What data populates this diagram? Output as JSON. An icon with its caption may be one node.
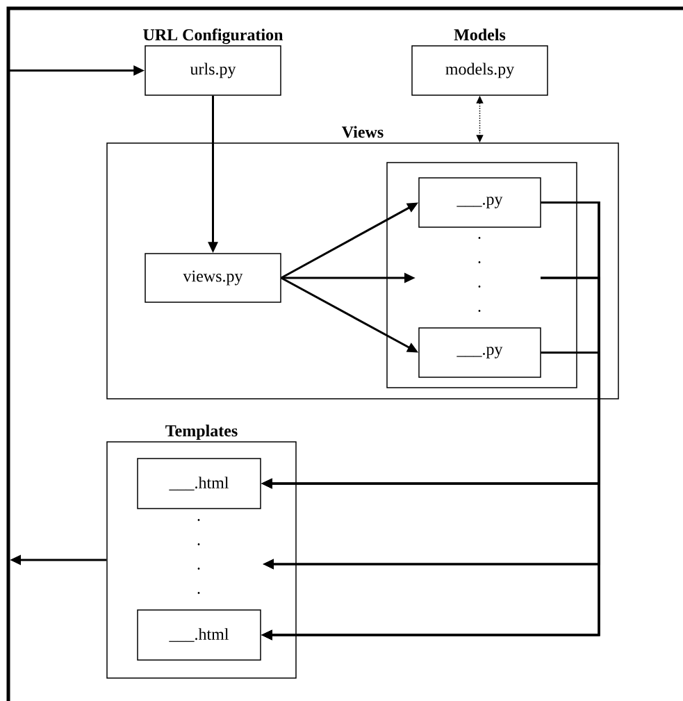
{
  "diagram": {
    "nodes": [
      {
        "text": [
          "URL Configuration",
          "urls.py"
        ]
      },
      {
        "text": [
          "Models",
          "models.py"
        ]
      },
      {
        "text": [
          "Views"
        ]
      },
      {
        "text": [
          "views.py"
        ],
        "in": 2
      },
      {
        "text": [],
        "shape": "box",
        "in": 2
      },
      {
        "text": [
          "___.py"
        ],
        "in": 4
      },
      {
        "text": [
          "___.py"
        ],
        "in": 4
      },
      {
        "text": [
          "Templates"
        ]
      },
      {
        "text": [
          "___.html"
        ],
        "in": 7
      },
      {
        "text": [
          "___.html"
        ],
        "in": 7
      }
    ],
    "edges": [
      {
        "from": null,
        "to": 0,
        "arrow": "to"
      },
      {
        "from": 0,
        "to": 3,
        "arrow": "to"
      },
      {
        "from": 1,
        "to": 2,
        "arrow": "both",
        "style": "dashed"
      },
      {
        "from": 3,
        "to": 5,
        "arrow": "to"
      },
      {
        "from": 3,
        "to": null,
        "arrow": "to"
      },
      {
        "from": 3,
        "to": 6,
        "arrow": "to"
      },
      {
        "from": 5,
        "to": 8,
        "arrow": "to"
      },
      {
        "from": 5,
        "to": null,
        "arrow": "to"
      },
      {
        "from": 5,
        "to": 9,
        "arrow": "to"
      },
      {
        "from": null,
        "to": 8,
        "arrow": "to"
      },
      {
        "from": null,
        "to": 9,
        "arrow": "to"
      },
      {
        "from": 6,
        "to": 8,
        "arrow": "to"
      },
      {
        "from": 6,
        "to": null,
        "arrow": "to"
      },
      {
        "from": 6,
        "to": 9,
        "arrow": "to"
      },
      {
        "from": 7,
        "to": null,
        "arrow": "to"
      }
    ],
    "labels": [
      ". . . .",
      ". . . ."
    ]
  }
}
